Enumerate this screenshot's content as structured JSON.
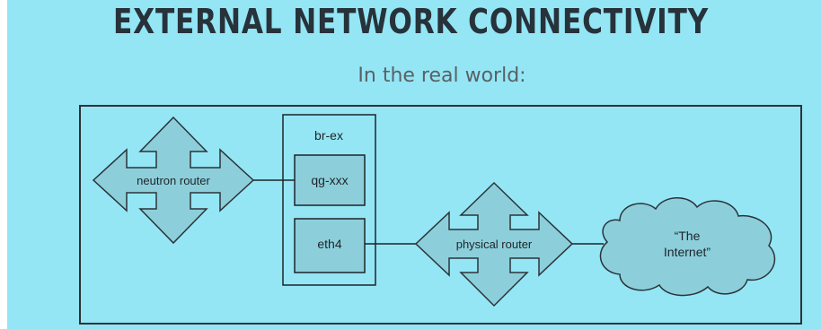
{
  "slide": {
    "title": "EXTERNAL NETWORK CONNECTIVITY",
    "subtitle": "In the real world:"
  },
  "diagram": {
    "nodes": {
      "neutron_router": "neutron router",
      "bridge": "br-ex",
      "port_qg": "qg-xxx",
      "port_eth": "eth4",
      "physical_router": "physical router",
      "internet_line1": "“The",
      "internet_line2": "Internet”"
    }
  },
  "colors": {
    "background": "#94e6f5",
    "shape_fill": "#8ccfdb",
    "stroke": "#2b3338"
  }
}
